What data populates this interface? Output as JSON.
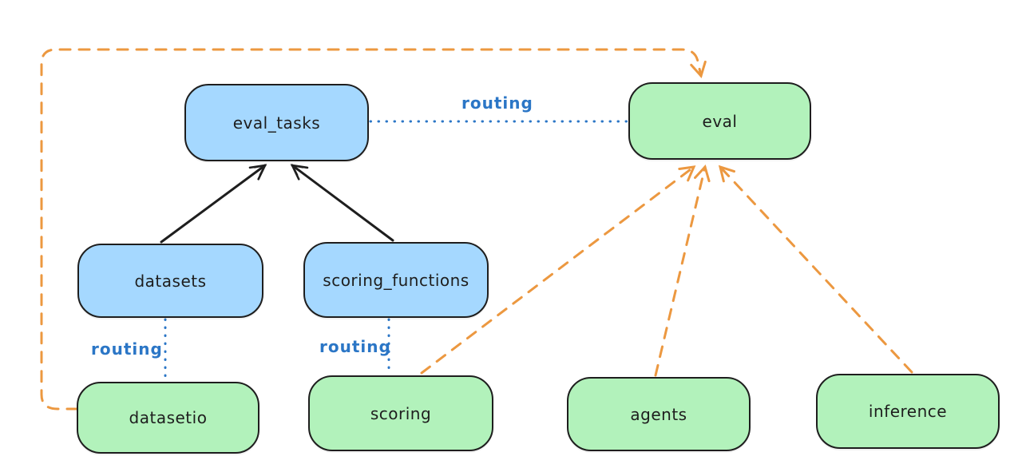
{
  "diagram": {
    "nodes": [
      {
        "id": "eval_tasks",
        "label": "eval_tasks",
        "fill": "#a5d8ff"
      },
      {
        "id": "eval",
        "label": "eval",
        "fill": "#b2f2bb"
      },
      {
        "id": "datasets",
        "label": "datasets",
        "fill": "#a5d8ff"
      },
      {
        "id": "scoring_functions",
        "label": "scoring_functions",
        "fill": "#a5d8ff"
      },
      {
        "id": "datasetio",
        "label": "datasetio",
        "fill": "#b2f2bb"
      },
      {
        "id": "scoring",
        "label": "scoring",
        "fill": "#b2f2bb"
      },
      {
        "id": "agents",
        "label": "agents",
        "fill": "#b2f2bb"
      },
      {
        "id": "inference",
        "label": "inference",
        "fill": "#b2f2bb"
      }
    ],
    "edges": [
      {
        "from": "datasets",
        "to": "eval_tasks",
        "style": "solid",
        "arrow": true,
        "label": ""
      },
      {
        "from": "scoring_functions",
        "to": "eval_tasks",
        "style": "solid",
        "arrow": true,
        "label": ""
      },
      {
        "from": "eval_tasks",
        "to": "eval",
        "style": "dotted",
        "arrow": false,
        "label": "routing"
      },
      {
        "from": "datasets",
        "to": "datasetio",
        "style": "dotted",
        "arrow": false,
        "label": "routing"
      },
      {
        "from": "scoring_functions",
        "to": "scoring",
        "style": "dotted",
        "arrow": false,
        "label": "routing"
      },
      {
        "from": "datasetio",
        "to": "eval",
        "style": "dashed",
        "arrow": true,
        "label": ""
      },
      {
        "from": "scoring",
        "to": "eval",
        "style": "dashed",
        "arrow": true,
        "label": ""
      },
      {
        "from": "agents",
        "to": "eval",
        "style": "dashed",
        "arrow": true,
        "label": ""
      },
      {
        "from": "inference",
        "to": "eval",
        "style": "dashed",
        "arrow": true,
        "label": ""
      }
    ],
    "colors": {
      "node_blue": "#a5d8ff",
      "node_green": "#b2f2bb",
      "stroke": "#1e1e1e",
      "routing_blue": "#2b76c6",
      "orange": "#ec9840",
      "background": "#ffffff"
    }
  }
}
